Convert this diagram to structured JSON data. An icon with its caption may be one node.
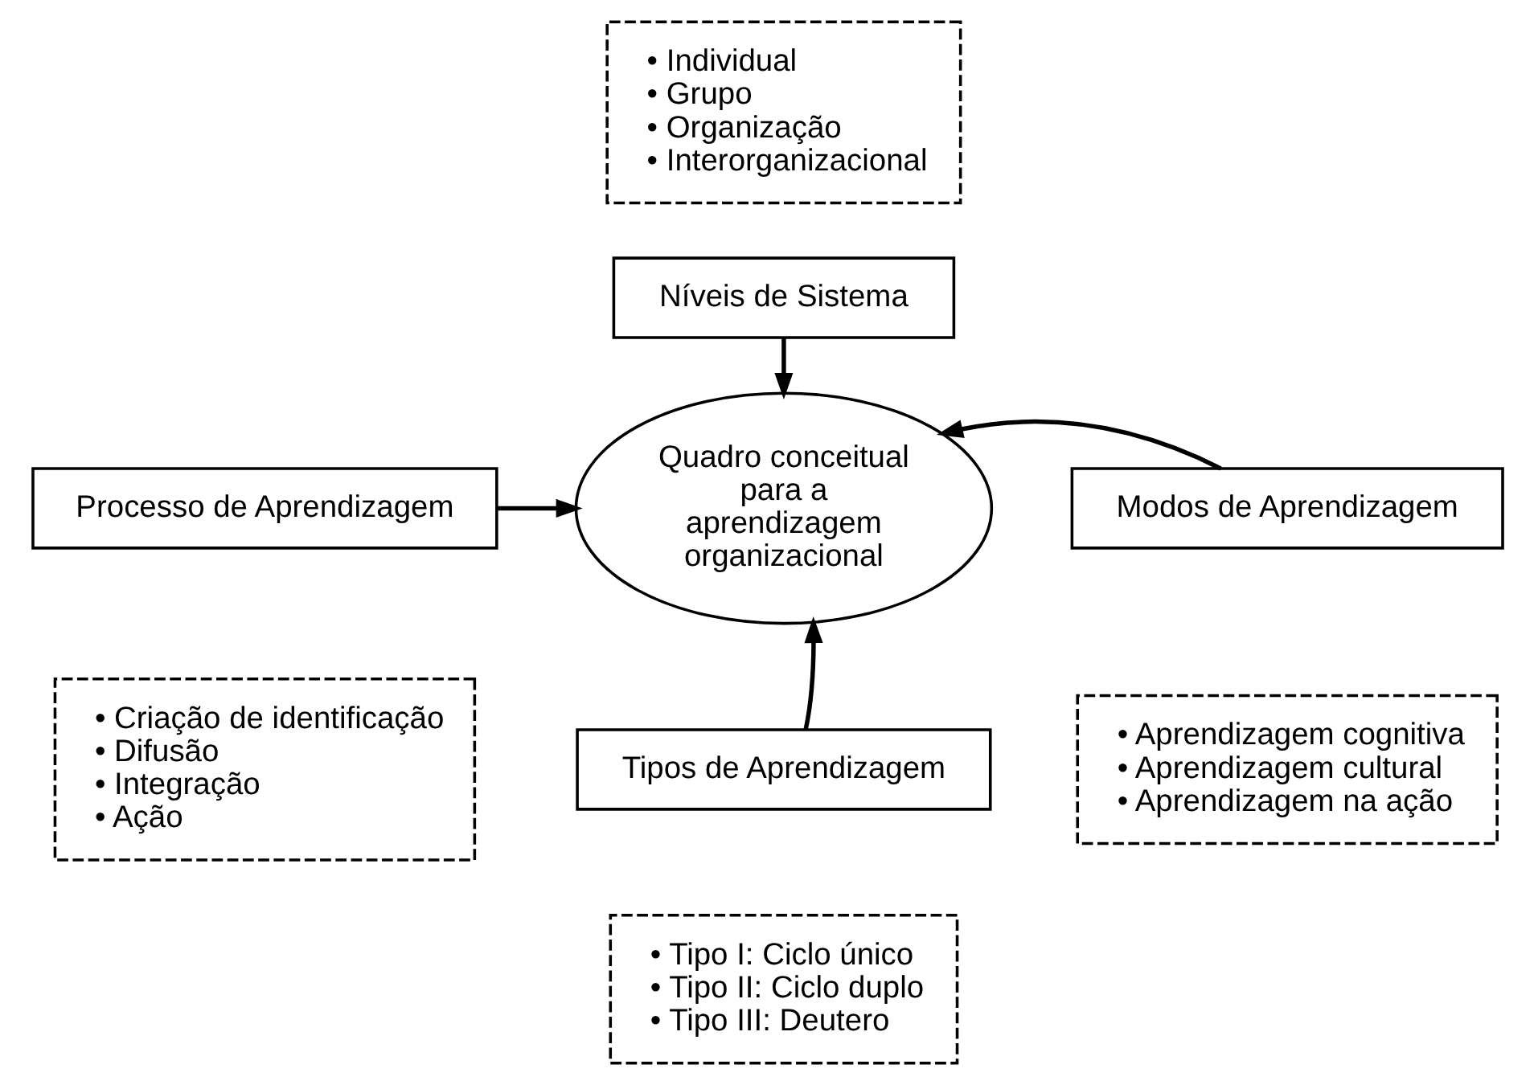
{
  "diagram": {
    "nodes": [
      {
        "text": [
          "Quadro conceitual para a aprendizagem organizacional"
        ]
      },
      {
        "text": [
          "Níveis de Sistema"
        ]
      },
      {
        "text": [
          "• Individual",
          "• Grupo",
          "• Organização",
          "• Interorganizacional"
        ]
      },
      {
        "text": [
          "Processo de Aprendizagem"
        ]
      },
      {
        "text": [
          "• Criação de identificação",
          "• Difusão",
          "• Integração",
          "• Ação"
        ]
      },
      {
        "text": [
          "Modos de Aprendizagem"
        ]
      },
      {
        "text": [
          "• Aprendizagem cognitiva",
          "• Aprendizagem cultural",
          "• Aprendizagem na ação"
        ]
      },
      {
        "text": [
          "Tipos de Aprendizagem"
        ]
      },
      {
        "text": [
          "• Tipo I: Ciclo único",
          "• Tipo II: Ciclo duplo",
          "• Tipo III: Deutero"
        ]
      }
    ],
    "edges": [
      {
        "from": 1,
        "to": 0,
        "arrow": "to"
      },
      {
        "from": 3,
        "to": 0,
        "arrow": "to"
      },
      {
        "from": 5,
        "to": 0,
        "arrow": "to"
      },
      {
        "from": 7,
        "to": 0,
        "arrow": "to"
      }
    ]
  }
}
